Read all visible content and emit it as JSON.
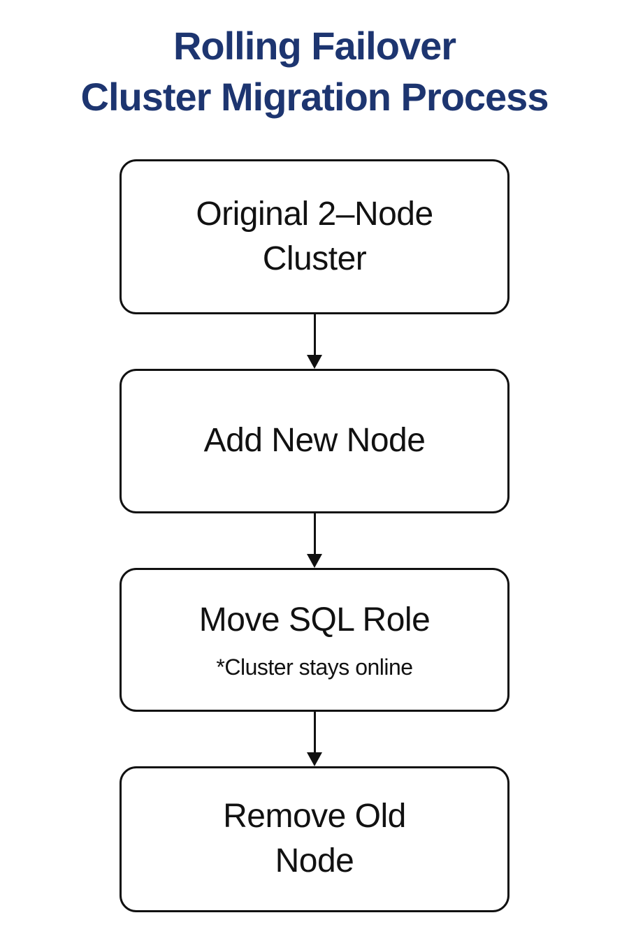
{
  "title": {
    "line1": "Rolling Failover",
    "line2": "Cluster Migration Process"
  },
  "colors": {
    "title": "#1d3570",
    "box_border": "#111111",
    "box_text": "#111111",
    "arrow": "#111111",
    "background": "#ffffff"
  },
  "flow": {
    "steps": [
      {
        "id": "original-cluster",
        "lines": [
          "Original 2–Node",
          "Cluster"
        ]
      },
      {
        "id": "add-new-node",
        "lines": [
          "Add New Node"
        ]
      },
      {
        "id": "move-sql-role",
        "lines": [
          "Move SQL Role"
        ],
        "note": "*Cluster stays online"
      },
      {
        "id": "remove-old-node",
        "lines": [
          "Remove Old",
          "Node"
        ]
      }
    ]
  }
}
